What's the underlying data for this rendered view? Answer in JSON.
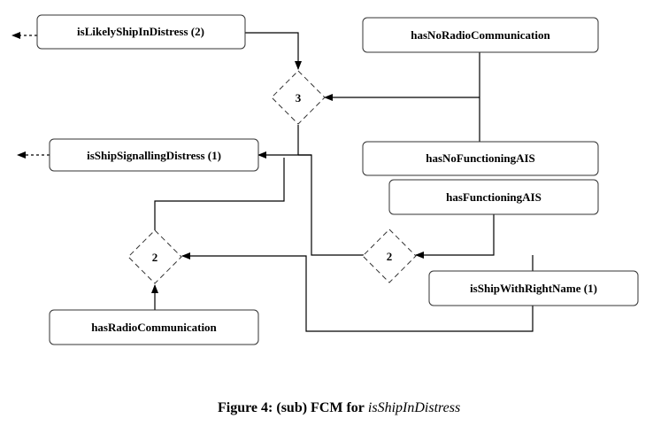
{
  "nodes": {
    "is_likely_ship_in_distress": "isLikelyShipInDistress (2)",
    "has_no_radio_communication": "hasNoRadioCommunication",
    "is_ship_signalling_distress": "isShipSignallingDistress (1)",
    "has_no_functioning_ais": "hasNoFunctioningAIS",
    "has_functioning_ais": "hasFunctioningAIS",
    "is_ship_with_right_name": "isShipWithRightName (1)",
    "has_radio_communication": "hasRadioCommunication"
  },
  "gates": {
    "gate_top": "3",
    "gate_left": "2",
    "gate_right": "2"
  },
  "caption": {
    "prefix": "Figure 4: (sub) FCM for",
    "name": "isShipInDistress"
  }
}
